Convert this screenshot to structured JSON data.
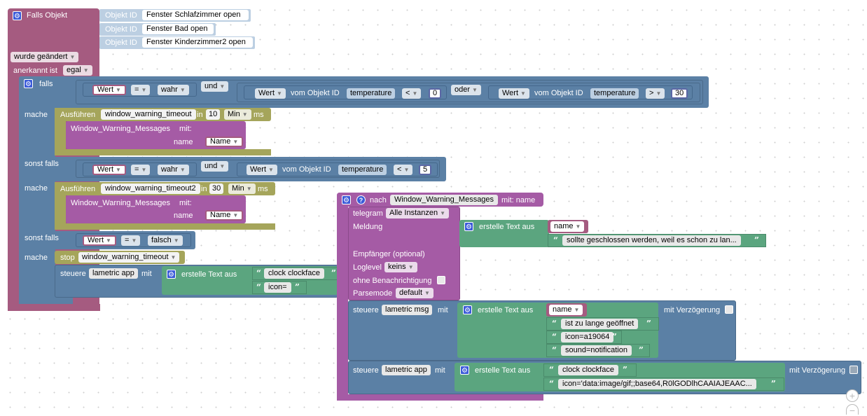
{
  "trigger": {
    "title": "Falls Objekt",
    "objekt_id_label": "Objekt ID",
    "objects": [
      "Fenster Schlafzimmer open",
      "Fenster Bad open",
      "Fenster Kinderzimmer2 open"
    ],
    "changed_label": "wurde geändert",
    "acknowledged_label": "anerkannt ist",
    "acknowledged_value": "egal"
  },
  "if_block": {
    "falls": "falls",
    "mache": "mache",
    "sonst_falls": "sonst falls",
    "wert": "Wert",
    "eq": "=",
    "lt": "<",
    "gt": ">",
    "wahr": "wahr",
    "falsch": "falsch",
    "und": "und",
    "oder": "oder",
    "vom_objekt_id": "vom Objekt ID",
    "temperature": "temperature",
    "val0": "0",
    "val30": "30",
    "val5": "5"
  },
  "exec1": {
    "label": "Ausführen",
    "name": "window_warning_timeout",
    "in": "in",
    "delay": "10",
    "unit": "Min",
    "ms": "ms",
    "func": "Window_Warning_Messages",
    "mit": "mit:",
    "param": "name",
    "param_value": "Name"
  },
  "exec2": {
    "label": "Ausführen",
    "name": "window_warning_timeout2",
    "in": "in",
    "delay": "30",
    "unit": "Min",
    "ms": "ms",
    "func": "Window_Warning_Messages",
    "mit": "mit:",
    "param": "name",
    "param_value": "Name"
  },
  "stop_block": {
    "stop": "stop",
    "name": "window_warning_timeout",
    "steuere": "steuere",
    "target": "lametric app",
    "mit": "mit",
    "create_text": "erstelle Text aus",
    "text1": "clock clockface",
    "text2": "icon="
  },
  "function_def": {
    "nach": "nach",
    "name": "Window_Warning_Messages",
    "params": "mit: name",
    "telegram": "telegram",
    "instances": "Alle Instanzen",
    "meldung": "Meldung",
    "create_text": "erstelle Text aus",
    "name_var": "name",
    "msg_text": "sollte geschlossen werden, weil es schon zu lan...",
    "empfaenger": "Empfänger (optional)",
    "loglevel": "Loglevel",
    "loglevel_value": "keins",
    "ohne_benachrichtigung": "ohne Benachrichtigung",
    "parsemode": "Parsemode",
    "parsemode_value": "default",
    "steuere": "steuere",
    "msg_target": "lametric msg",
    "mit": "mit",
    "delay_label": "mit Verzögerung",
    "msg_parts": [
      "ist zu lange geöffnet",
      "icon=a19064",
      "sound=notification"
    ],
    "app_target": "lametric app",
    "app_text1": "clock clockface",
    "app_text2": "icon='data:image/gif;;base64,R0lGODlhCAAIAJEAAC..."
  },
  "zoom": {
    "plus": "+",
    "minus": "−"
  }
}
